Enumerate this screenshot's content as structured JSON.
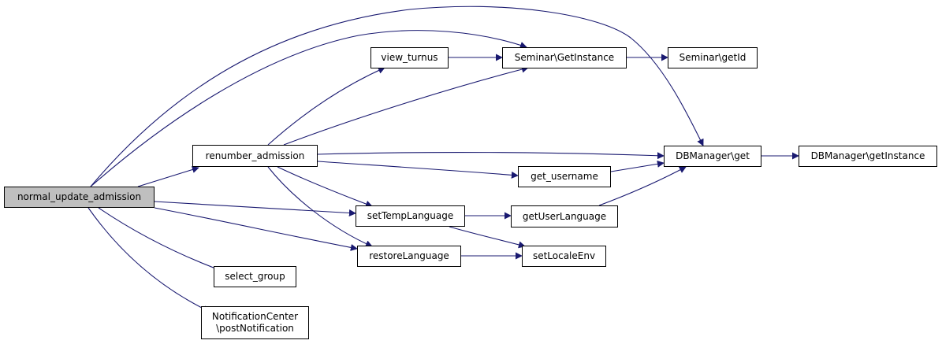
{
  "colors": {
    "edge": "#191970",
    "root_fill": "#bfbfbf",
    "node_fill": "#ffffff",
    "border": "#000000"
  },
  "nodes": {
    "normal_update_admission": {
      "label": "normal_update_admission"
    },
    "renumber_admission": {
      "label": "renumber_admission"
    },
    "view_turnus": {
      "label": "view_turnus"
    },
    "seminar_getinstance": {
      "label": "Seminar\\GetInstance"
    },
    "seminar_getid": {
      "label": "Seminar\\getId"
    },
    "dbmanager_get": {
      "label": "DBManager\\get"
    },
    "dbmanager_getinstance": {
      "label": "DBManager\\getInstance"
    },
    "get_username": {
      "label": "get_username"
    },
    "settemplanguage": {
      "label": "setTempLanguage"
    },
    "getuserlanguage": {
      "label": "getUserLanguage"
    },
    "restorelanguage": {
      "label": "restoreLanguage"
    },
    "setlocaleenv": {
      "label": "setLocaleEnv"
    },
    "select_group": {
      "label": "select_group"
    },
    "notificationcenter_postnotification": {
      "label_line1": "NotificationCenter",
      "label_line2": "\\postNotification"
    }
  },
  "edges": [
    [
      "normal_update_admission",
      "seminar_getinstance"
    ],
    [
      "normal_update_admission",
      "dbmanager_get"
    ],
    [
      "normal_update_admission",
      "renumber_admission"
    ],
    [
      "normal_update_admission",
      "settemplanguage"
    ],
    [
      "normal_update_admission",
      "restorelanguage"
    ],
    [
      "normal_update_admission",
      "select_group"
    ],
    [
      "normal_update_admission",
      "notificationcenter_postnotification"
    ],
    [
      "renumber_admission",
      "view_turnus"
    ],
    [
      "renumber_admission",
      "seminar_getinstance"
    ],
    [
      "renumber_admission",
      "dbmanager_get"
    ],
    [
      "renumber_admission",
      "get_username"
    ],
    [
      "renumber_admission",
      "settemplanguage"
    ],
    [
      "renumber_admission",
      "restorelanguage"
    ],
    [
      "view_turnus",
      "seminar_getinstance"
    ],
    [
      "seminar_getinstance",
      "seminar_getid"
    ],
    [
      "dbmanager_get",
      "dbmanager_getinstance"
    ],
    [
      "get_username",
      "dbmanager_get"
    ],
    [
      "getuserlanguage",
      "dbmanager_get"
    ],
    [
      "settemplanguage",
      "getuserlanguage"
    ],
    [
      "settemplanguage",
      "setlocaleenv"
    ],
    [
      "restorelanguage",
      "setlocaleenv"
    ]
  ]
}
